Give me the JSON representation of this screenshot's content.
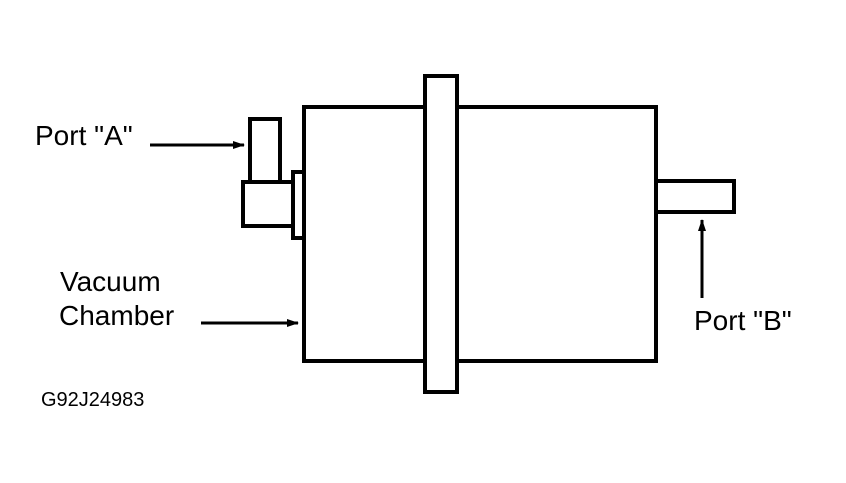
{
  "labels": {
    "port_a": "Port \"A\"",
    "vacuum_line1": "Vacuum",
    "vacuum_line2": "Chamber",
    "port_b": "Port \"B\"",
    "figure_id": "G92J24983"
  },
  "colors": {
    "stroke": "#000000",
    "fill": "#ffffff"
  }
}
